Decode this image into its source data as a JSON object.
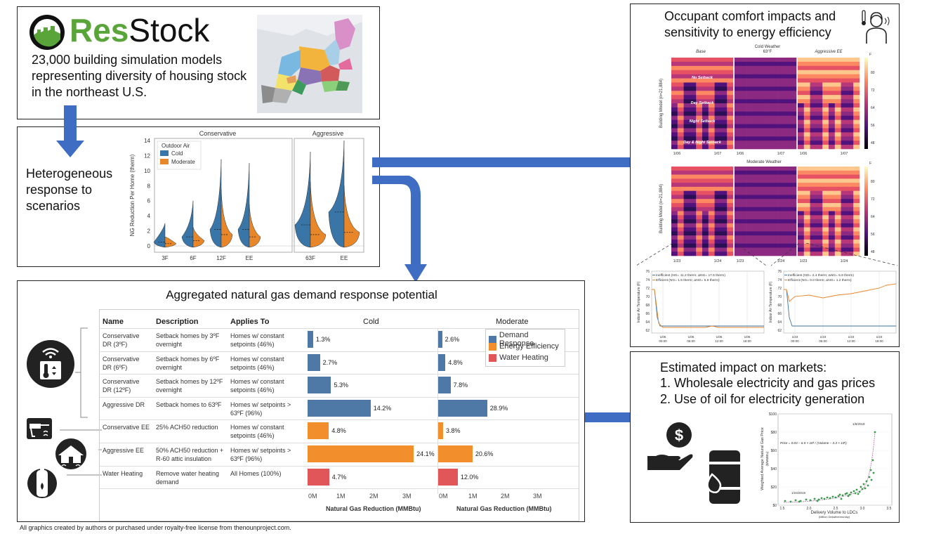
{
  "resstock": {
    "logo_res": "Res",
    "logo_stock": "Stock",
    "description": "23,000 building simulation models representing diversity of housing stock in the northeast U.S."
  },
  "heterogeneous": {
    "text": "Heterogeneous response to scenarios"
  },
  "violin_chart": {
    "type": "violin",
    "panels": [
      "Conservative",
      "Aggressive"
    ],
    "ylabel": "NG Reduction Per Home (therm)",
    "legend_title": "Outdoor Air",
    "categories": [
      "3F",
      "6F",
      "12F",
      "EE",
      "63F",
      "EE"
    ],
    "series": [
      {
        "name": "Cold",
        "color": "#3a75a8",
        "medians": [
          0.5,
          1.2,
          2.2,
          2.2,
          2.8,
          4.5
        ],
        "maxima": [
          3,
          6,
          11.5,
          11,
          12.5,
          14
        ]
      },
      {
        "name": "Moderate",
        "color": "#e8862a",
        "medians": [
          0.3,
          0.7,
          1.5,
          1.2,
          1.5,
          1.8
        ],
        "maxima": [
          1.2,
          2.5,
          7.5,
          5.5,
          8.5,
          8
        ]
      }
    ],
    "yticks": [
      "0",
      "2",
      "4",
      "6",
      "8",
      "10",
      "12",
      "14"
    ],
    "ylim": [
      0,
      14
    ]
  },
  "comfort": {
    "title_line1": "Occupant comfort impacts and",
    "title_line2": "sensitivity to energy efficiency",
    "cold_title_1": "Cold Weather",
    "cold_title_2": "63°F",
    "moderate_title": "Moderate Weather",
    "col_base": "Base",
    "col_aggr": "Aggressive EE",
    "ylabel": "Building Model (n=21,884)",
    "setbacks": [
      "No Setback",
      "Day Setback",
      "Night Setback",
      "Day & Night Setback"
    ],
    "colorbar_ticks": [
      "80",
      "72",
      "64",
      "56",
      "48"
    ],
    "colorbar_unit": "F",
    "cold_dates": [
      "1/06",
      "1/07",
      "1/06",
      "1/07",
      "1/06",
      "1/07"
    ],
    "mod_dates": [
      "1/23",
      "1/24",
      "1/23",
      "1/24",
      "1/23",
      "1/24"
    ]
  },
  "line_left": {
    "ylabel": "Indoor Air Temperature (F)",
    "yticks": [
      "76",
      "74",
      "72",
      "70",
      "68",
      "66",
      "64",
      "62"
    ],
    "xticks": [
      "1/06\n00:00",
      "1/06\n06:00",
      "1/06\n12:00",
      "1/06\n18:00"
    ],
    "legend_inefficient": "Inefficient (NG= 11.2 therm; ΔNG= 17.6 therm)",
    "legend_efficient": "Efficient (NG= 1.5 therm; ΔNG= 5.9 therm)"
  },
  "line_right": {
    "ylabel": "Indoor Air Temperature (F)",
    "yticks": [
      "76",
      "74",
      "72",
      "70",
      "68",
      "66",
      "64",
      "62"
    ],
    "xticks": [
      "1/23\n00:00",
      "1/23\n06:00",
      "1/23\n12:00",
      "1/23\n18:00"
    ],
    "legend_inefficient": "Inefficient (NG= 2.4 therm; ΔNG= 6.9 therm)",
    "legend_efficient": "Efficient (NG= 0.0 therm; ΔNG= 1.2 therm)"
  },
  "aggregated": {
    "title": "Aggregated natural gas demand response potential",
    "headers": {
      "name": "Name",
      "description": "Description",
      "applies": "Applies To",
      "cold": "Cold",
      "moderate": "Moderate"
    },
    "rows": [
      {
        "name": "Conservative DR (3ºF)",
        "description": "Setback homes by 3ºF overnight",
        "applies": "Homes w/ constant setpoints (46%)",
        "cold": "1.3%",
        "moderate": "2.6%",
        "type": "dr"
      },
      {
        "name": "Conservative DR (6ºF)",
        "description": "Setback homes by 6ºF overnight",
        "applies": "Homes w/ constant setpoints (46%)",
        "cold": "2.7%",
        "moderate": "4.8%",
        "type": "dr"
      },
      {
        "name": "Conservative DR (12ºF)",
        "description": "Setback homes by 12ºF overnight",
        "applies": "Homes w/ constant setpoints (46%)",
        "cold": "5.3%",
        "moderate": "7.8%",
        "type": "dr"
      },
      {
        "name": "Aggressive DR",
        "description": "Setback homes to 63ºF",
        "applies": "Homes w/ setpoints > 63ºF (96%)",
        "cold": "14.2%",
        "moderate": "28.9%",
        "type": "dr"
      },
      {
        "name": "Conservative EE",
        "description": "25% ACH50 reduction",
        "applies": "Homes w/ constant setpoints (46%)",
        "cold": "4.8%",
        "moderate": "3.8%",
        "type": "ee"
      },
      {
        "name": "Aggressive EE",
        "description": "50% ACH50 reduction + R-60 attic insulation",
        "applies": "Homes w/ setpoints > 63ºF (96%)",
        "cold": "24.1%",
        "moderate": "20.6%",
        "type": "ee"
      },
      {
        "name": "Water Heating",
        "description": "Remove water heating demand",
        "applies": "All Homes (100%)",
        "cold": "4.7%",
        "moderate": "12.0%",
        "type": "wh"
      }
    ],
    "cold_values_mmbtu": [
      0.17,
      0.38,
      0.72,
      1.93,
      0.65,
      3.25,
      0.66
    ],
    "moderate_values_mmbtu": [
      0.12,
      0.22,
      0.38,
      1.5,
      0.15,
      1.05,
      0.6
    ],
    "axis_ticks": [
      "0M",
      "1M",
      "2M",
      "3M"
    ],
    "axis_title": "Natural Gas Reduction (MMBtu)",
    "legend": [
      "Demand Response",
      "Energy Efficiency",
      "Water Heating"
    ],
    "colors": {
      "dr": "#4e79a7",
      "ee": "#f28e2b",
      "wh": "#e15759"
    }
  },
  "markets": {
    "line1": "Estimated impact on markets:",
    "line2": "1. Wholesale electricity and gas prices",
    "line3": "2. Use of oil for electricity generation",
    "scatter": {
      "ylabel": "Weighted Average Natural Gas Price",
      "ylabel_unit": "($/MMBtu)",
      "xlabel": "Delivery Volume to LDCs",
      "xlabel_unit": "(Million Dekatherms/day)",
      "yticks": [
        "$0",
        "$20",
        "$40",
        "$60",
        "$80",
        "$100"
      ],
      "xticks": [
        "1.5",
        "2.0",
        "2.5",
        "3.0",
        "3.5"
      ],
      "annotation_high": "1/6/2018",
      "annotation_low": "1/24/2018",
      "equation": "Price = 0.03 − 6.5 × 10⁶ / (Volume − 3.3 × 10⁶)"
    }
  },
  "footnote": "All graphics created by authors or purchased under royalty-free license from thenounproject.com."
}
